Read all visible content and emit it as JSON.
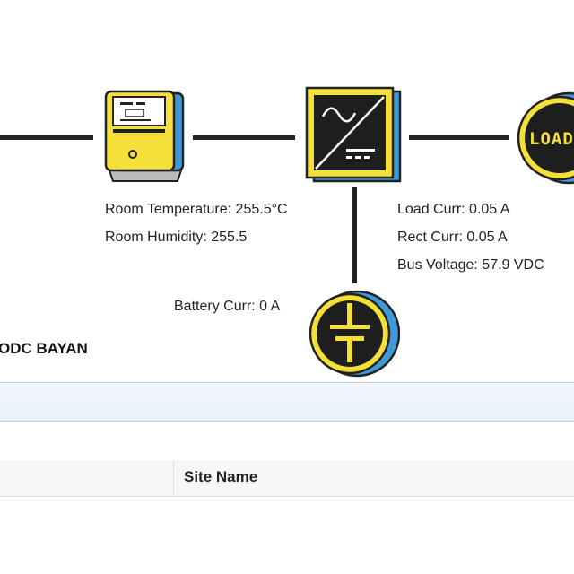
{
  "sensor": {
    "temperature_label": "Room Temperature: 255.5°C",
    "humidity_label": "Room Humidity: 255.5"
  },
  "rectifier": {
    "load_curr_label": "Load Curr: 0.05 A",
    "rect_curr_label": "Rect Curr: 0.05 A",
    "bus_voltage_label": "Bus Voltage: 57.9 VDC"
  },
  "battery": {
    "curr_label": "Battery Curr: 0 A"
  },
  "load": {
    "badge_text": "LOAD"
  },
  "site": {
    "title_partial": "ODC BAYAN"
  },
  "table": {
    "columns": [
      "",
      "Site Name"
    ]
  },
  "colors": {
    "yellow": "#f5e03a",
    "blue": "#3d9ad6",
    "dark": "#1e1e1e"
  },
  "icons": [
    "meter-icon",
    "rectifier-icon",
    "load-icon",
    "battery-icon"
  ]
}
